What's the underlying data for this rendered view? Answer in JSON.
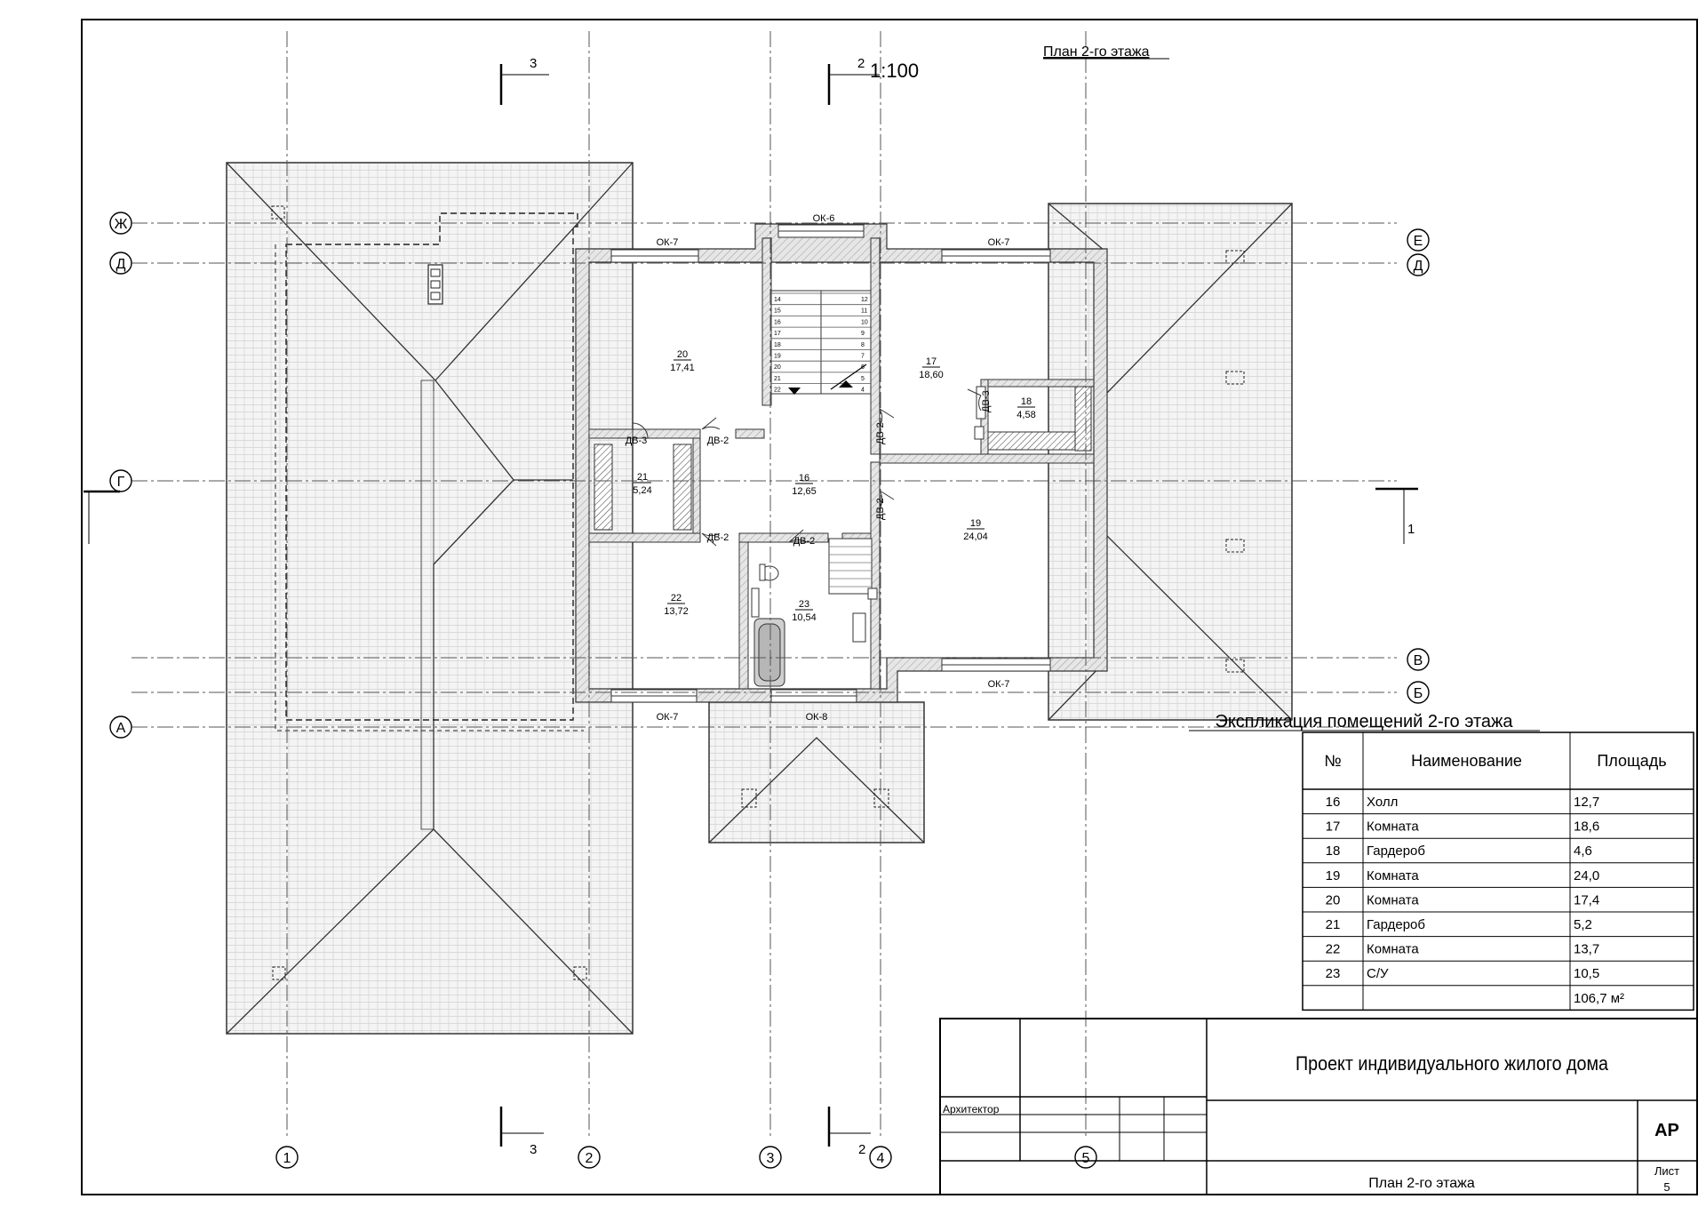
{
  "plan": {
    "title": "План 2-го этажа",
    "scale": "1:100"
  },
  "axes": {
    "rows_left": [
      "Ж",
      "Д",
      "Г",
      "А"
    ],
    "rows_right": [
      "Е",
      "Д",
      "В",
      "Б"
    ],
    "cols": [
      "1",
      "2",
      "3",
      "4",
      "5"
    ]
  },
  "sections": {
    "s3_top": "3",
    "s2_top": "2",
    "s3_bottom": "3",
    "s2_bottom": "2",
    "s1": "1"
  },
  "rooms": [
    {
      "num": "20",
      "area": "17,41"
    },
    {
      "num": "17",
      "area": "18,60"
    },
    {
      "num": "18",
      "area": "4,58"
    },
    {
      "num": "21",
      "area": "5,24"
    },
    {
      "num": "16",
      "area": "12,65"
    },
    {
      "num": "19",
      "area": "24,04"
    },
    {
      "num": "22",
      "area": "13,72"
    },
    {
      "num": "23",
      "area": "10,54"
    }
  ],
  "openings": {
    "ok7_a": "ОК-7",
    "ok6": "ОК-6",
    "ok7_b": "ОК-7",
    "ok7_c": "ОК-7",
    "ok7_d": "ОК-7",
    "ok8": "ОК-8",
    "dv3_a": "ДВ-3",
    "dv2_a": "ДВ-2",
    "dv2_b": "ДВ-2",
    "dv2_c": "ДВ-2",
    "dv2_d": "ДВ-2",
    "dv3_b": "ДВ-3",
    "dv2_e": "ДВ-2"
  },
  "stairs": {
    "left": [
      "14",
      "15",
      "16",
      "17",
      "18",
      "19",
      "20",
      "21",
      "22"
    ],
    "right": [
      "12",
      "11",
      "10",
      "9",
      "8",
      "7",
      "6",
      "5",
      "4"
    ]
  },
  "explication": {
    "title": "Экспликация помещений 2-го этажа",
    "headers": [
      "№",
      "Наименование",
      "Площадь"
    ],
    "rows": [
      [
        "16",
        "Холл",
        "12,7"
      ],
      [
        "17",
        "Комната",
        "18,6"
      ],
      [
        "18",
        "Гардероб",
        "4,6"
      ],
      [
        "19",
        "Комната",
        "24,0"
      ],
      [
        "20",
        "Комната",
        "17,4"
      ],
      [
        "21",
        "Гардероб",
        "5,2"
      ],
      [
        "22",
        "Комната",
        "13,7"
      ],
      [
        "23",
        "С/У",
        "10,5"
      ]
    ],
    "total": "106,7 м²"
  },
  "stamp": {
    "project": "Проект индивидуального жилого дома",
    "role": "Архитектор",
    "code": "АР",
    "sheet_name": "План 2-го этажа",
    "sheet_label": "Лист",
    "sheet_num": "5"
  }
}
